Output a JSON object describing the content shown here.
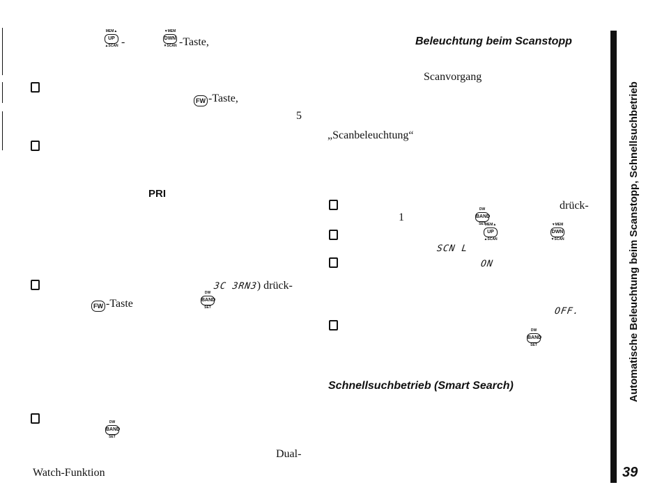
{
  "left_column": {
    "line1_taste": "-Taste,",
    "line1_dash": "-",
    "line2_taste": "-Taste,",
    "line2_num": "5",
    "pri_label": "PRI",
    "bc_band_lcd": "3C 3RN3",
    "bc_band_suffix": ") drück-",
    "fw_taste": "-Taste",
    "dual": "Dual-",
    "watch_funktion": "Watch-Funktion"
  },
  "right_column": {
    "heading": "Beleuchtung beim Scanstopp",
    "scanvorgang": "Scanvorgang",
    "scanbeleuchtung": "„Scanbeleuchtung“",
    "druck": "drück-",
    "step_num": "1",
    "scn_lcd": "SCN L",
    "on_lcd": "ON",
    "off_lcd": "OFF.",
    "smart_heading": "Schnellsuchbetrieb (Smart Search)"
  },
  "keys": {
    "up": {
      "top": "MEM▲",
      "mid": "UP",
      "bot": "▲SCAN"
    },
    "dwn": {
      "top": "▼MEM",
      "mid": "DWN",
      "bot": "▼SCAN"
    },
    "band": {
      "top": "DW",
      "mid": "BAND",
      "bot": "SET"
    },
    "fw": "FW"
  },
  "sidebar": {
    "title": "Automatische Beleuchtung beim Scanstopp, Schnellsuchbetrieb",
    "page_number": "39"
  }
}
